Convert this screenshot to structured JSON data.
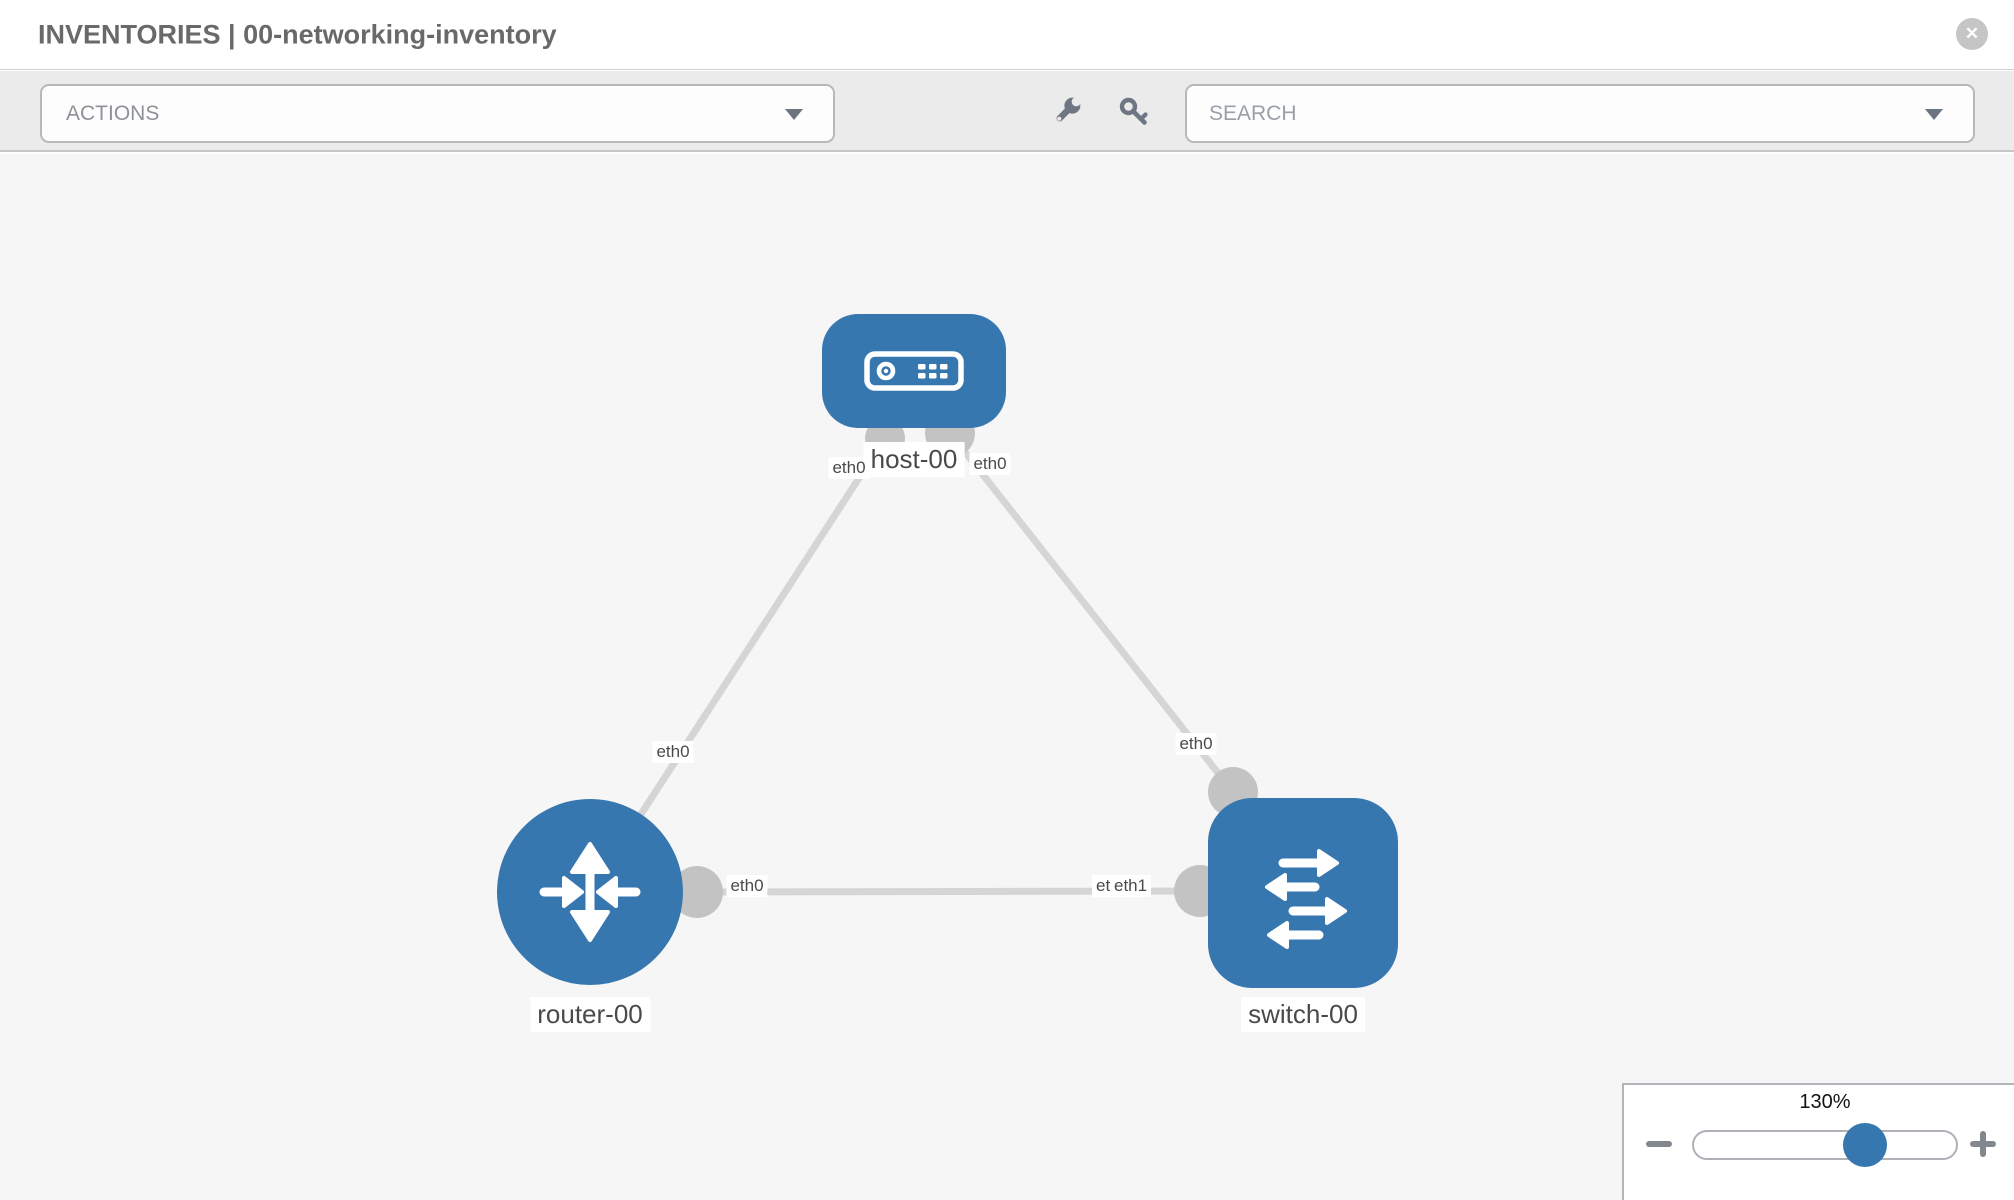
{
  "header": {
    "title": "INVENTORIES | 00-networking-inventory"
  },
  "toolbar": {
    "actions_label": "ACTIONS",
    "search_placeholder": "SEARCH"
  },
  "icons": {
    "close_glyph": "✕",
    "wrench": "wrench-icon",
    "key": "key-icon",
    "actions_caret": "chevron-down",
    "search_caret": "chevron-down",
    "zoom_out": "minus",
    "zoom_in": "plus"
  },
  "topology": {
    "nodes": [
      {
        "id": "host-00",
        "type": "host",
        "label": "host-00"
      },
      {
        "id": "router-00",
        "type": "router",
        "label": "router-00"
      },
      {
        "id": "switch-00",
        "type": "switch",
        "label": "switch-00"
      }
    ],
    "links": [
      {
        "from": "host-00",
        "to": "router-00",
        "from_if": "eth0",
        "to_if": "eth0"
      },
      {
        "from": "host-00",
        "to": "switch-00",
        "from_if": "eth0",
        "to_if": "eth0"
      },
      {
        "from": "router-00",
        "to": "switch-00",
        "from_if": "eth0",
        "to_if": "eth1"
      }
    ],
    "interfaces": {
      "host_left": "eth0",
      "host_right": "eth0",
      "link_host_router_mid": "eth0",
      "link_host_switch_mid": "eth0",
      "router_right": "eth0",
      "switch_left_back": "eth0",
      "switch_left_front": "eth1"
    }
  },
  "zoom_control": {
    "level": "130%"
  },
  "colors": {
    "node_blue": "#3777b0",
    "link_gray": "#d5d5d5",
    "endpoint_gray": "#c3c3c3",
    "canvas_bg": "#f6f6f6",
    "toolbar_bg": "#ebebeb",
    "toolbar_icon_gray": "#6f7683",
    "header_title_gray": "#696969",
    "slider_thumb_blue": "#3777b0"
  }
}
